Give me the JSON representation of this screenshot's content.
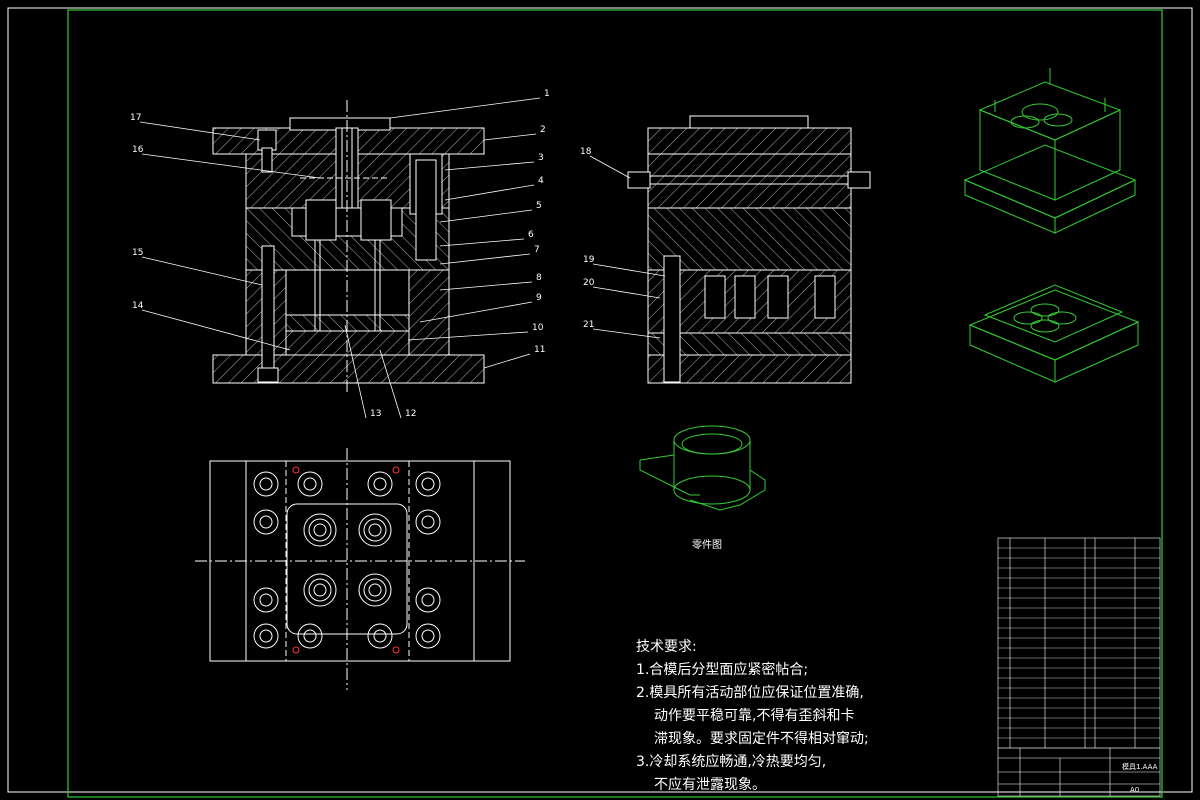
{
  "callouts": [
    "1",
    "2",
    "3",
    "4",
    "5",
    "6",
    "7",
    "8",
    "9",
    "10",
    "11",
    "12",
    "13",
    "14",
    "15",
    "16",
    "17",
    "18",
    "19",
    "20",
    "21"
  ],
  "part_view_label": "零件图",
  "requirements": {
    "title": "技术要求:",
    "items": [
      "1.合模后分型面应紧密帖合;",
      "2.模具所有活动部位应保证位置准确,",
      "动作要平稳可靠,不得有歪斜和卡",
      "滞现象。要求固定件不得相对窜动;",
      "3.冷却系统应畅通,冷热要均匀,",
      "不应有泄露现象。"
    ]
  },
  "title_block": {
    "sheet_code": "模具1.AAA",
    "page": "A0"
  },
  "colors": {
    "line": "#ffffff",
    "iso": "#33cc33",
    "border": "#33cc33",
    "hole_accent": "#ff3333",
    "bg": "#000000"
  }
}
